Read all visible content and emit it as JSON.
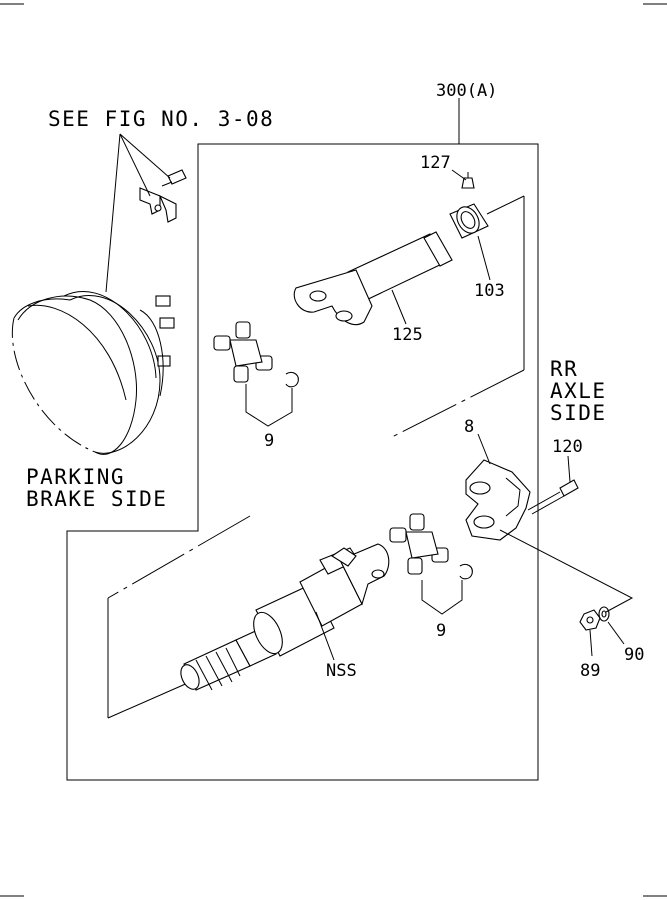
{
  "diagram": {
    "reference": "SEE FIG NO. 3-08",
    "assembly_label": "300(A)",
    "parking_brake_line1": "PARKING",
    "parking_brake_line2": "BRAKE SIDE",
    "rr_axle_line1": "RR",
    "rr_axle_line2": "AXLE",
    "rr_axle_line3": "SIDE",
    "parts": {
      "grease_nipple": "127",
      "sleeve_yoke": "103",
      "propeller_shaft": "125",
      "universal_joint_upper": "9",
      "companion_flange": "8",
      "bolt": "120",
      "universal_joint_lower": "9",
      "slip_joint": "NSS",
      "nut": "89",
      "washer": "90"
    }
  }
}
